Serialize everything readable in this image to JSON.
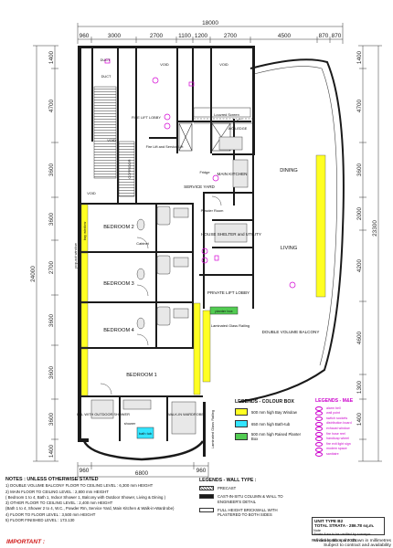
{
  "colors": {
    "wall": "#1a1a1a",
    "yellow_bay": "#ffff22",
    "cyan_bath": "#33e5ff",
    "green_planter": "#52cc52",
    "magenta": "#d300d3",
    "red": "#d01818"
  },
  "top_dims": {
    "total": "18000",
    "segments": [
      "960",
      "3000",
      "2700",
      "1100",
      "1200",
      "2700",
      "4500",
      "870",
      "870"
    ]
  },
  "bottom_dims": {
    "total": "6800",
    "segments": [
      "960",
      "960"
    ]
  },
  "left_dims": {
    "total": "24000",
    "segments": [
      "1400",
      "4700",
      "3600",
      "3600",
      "2700",
      "3600",
      "3600",
      "3600",
      "1400"
    ]
  },
  "right_dims": {
    "total": "23300",
    "segments": [
      "1400",
      "4700",
      "3600",
      "2000",
      "4200",
      "4600",
      "1300",
      "1400"
    ]
  },
  "rooms": {
    "void_a": "VOID",
    "void_b": "VOID",
    "void_c": "VOID",
    "void_d": "VOID",
    "duct_a": "DUCT",
    "duct_b": "DUCT",
    "fire_lift": "FIRE LIFT LOBBY",
    "louvred": "Louvred Screen",
    "ac_ledge": "A/C LEDGE",
    "corridor": "CORRIDOR",
    "fire_lift_room": "Fire Lift and Service Lift",
    "main_kitchen": "MAIN KITCHEN",
    "service_yard": "SERVICE YARD",
    "dining": "DINING",
    "bedroom2": "BEDROOM 2",
    "bedroom3": "BEDROOM 3",
    "bedroom4": "BEDROOM 4",
    "bedroom1": "BEDROOM 1",
    "house_shelter": "HOUSE SHELTER and UTILITY",
    "living": "LIVING",
    "private_lift": "PRIVATE LIFT LOBBY",
    "dbl_balcony": "DOUBLE VOLUME BALCONY",
    "bal_shower": "BAL WITH OUTDOOR SHOWER",
    "walkin": "WALK-IN WARDROBE",
    "bath_tub": "bath tub",
    "shower": "shower",
    "planter_box": "planter box",
    "laminated_glass": "Laminated Glass Railing",
    "laminated_glass_b": "Laminated Glass Railing",
    "popout_window": "pop-out window",
    "bay_window": "bay window",
    "powder_room": "Powder Room",
    "cabinet": "Cabinet",
    "fridge": "Fridge"
  },
  "colour_legend": {
    "title": "LEGENDS - COLOUR BOX",
    "items": [
      {
        "label": "500 mm high Bay Window",
        "color": "#ffff22"
      },
      {
        "label": "650 mm high Bath-tub",
        "color": "#33e5ff"
      },
      {
        "label": "500 mm high Raised Planter Box",
        "color": "#52cc52"
      }
    ]
  },
  "me_legend": {
    "title": "LEGENDS - M&E",
    "items": [
      "alarm bell",
      "wall point",
      "switch sockets",
      "distribution board",
      "exhaust window",
      "fire hose reel",
      "handicap wheel",
      "fire exit light sign",
      "modem space",
      "sanitaire"
    ]
  },
  "notes": {
    "title": "NOTES : UNLESS OTHERWISE STATED",
    "lines": [
      "1) DOUBLE VOLUME BALCONY FLOOR TO CEILING LEVEL : 6,300 mm HEIGHT",
      "2) MAIN FLOOR TO CEILING LEVEL : 2,800 mm HEIGHT",
      "   ( Bedroom 1 to 4, Bath 1, Indoor Shower 1, Balcony with Outdoor Shower, Living & Dining )",
      "3) OTHER FLOOR TO CEILING LEVEL : 2,400 mm HEIGHT",
      "   (Bath 1 to 4, Shower 2 to 4, W.C., Powder Rm, Service Yard, Main Kitchen & Walk-in-Wardrobe)",
      "4) FLOOR TO FLOOR LEVEL : 3,500 mm HEIGHT",
      "5) FLOOR FINISHED LEVEL : 173.130"
    ]
  },
  "important": "IMPORTANT :",
  "wall_legend": {
    "title": "LEGENDS - WALL TYPE :",
    "items": [
      {
        "label": "PRECAST",
        "style": "hatch"
      },
      {
        "label": "CAST-IN-SITU COLUMN & WALL TO ENGINEER'S DETAIL",
        "style": "solid"
      },
      {
        "label": "FULL HEIGHT BRICKWALL WITH PLASTERED TO BOTH SIDES",
        "style": "brick"
      }
    ]
  },
  "unit": {
    "type": "UNIT TYPE B2",
    "strata": "TOTAL STRATA - 286.78 sq.m.",
    "note_title": "Note",
    "note": "Strata Area to be verified by surveyor"
  },
  "dims_note": [
    "All dimensions are shown in millimetres",
    "Subject to contract and availability"
  ],
  "revised": "Revised by 8th April 2015"
}
